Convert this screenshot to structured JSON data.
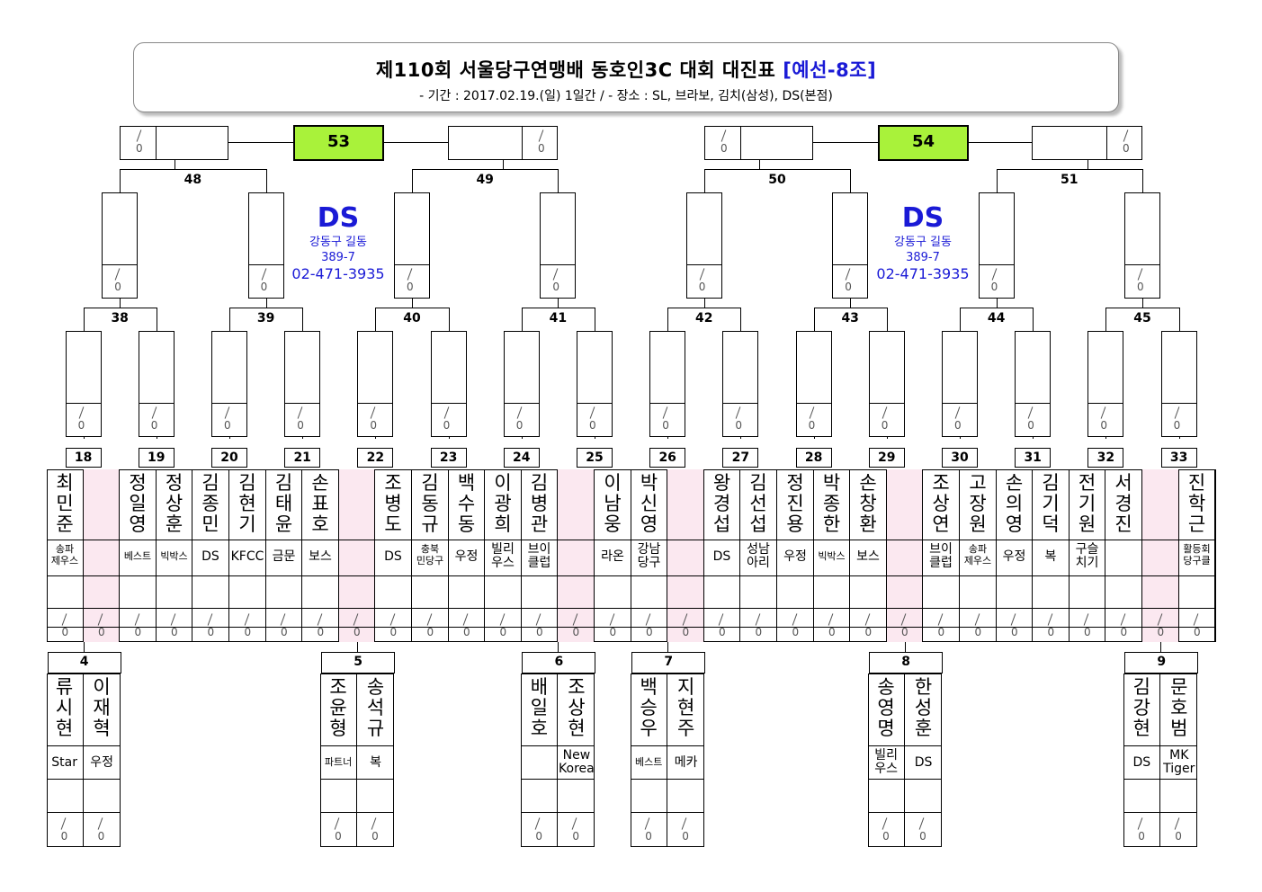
{
  "header": {
    "title": "제110회 서울당구연맹배 동호인3C 대회 대진표",
    "group": "[예선-8조]",
    "subtitle": "- 기간 : 2017.02.19.(일) 1일간 / - 장소 : SL, 브라보, 김치(삼성), DS(본점)"
  },
  "score_placeholder": {
    "top": "/",
    "bottom": "0"
  },
  "finals": [
    "53",
    "54"
  ],
  "round3_matches": [
    "48",
    "49",
    "50",
    "51"
  ],
  "round2_matches": [
    "38",
    "39",
    "40",
    "41",
    "42",
    "43",
    "44",
    "45"
  ],
  "venue": {
    "name": "DS",
    "address1": "강동구 길동",
    "address2": "389-7",
    "phone": "02-471-3935"
  },
  "round1_matches": [
    "18",
    "19",
    "20",
    "21",
    "22",
    "23",
    "24",
    "25",
    "26",
    "27",
    "28",
    "29",
    "30",
    "31",
    "32",
    "33"
  ],
  "players": [
    {
      "name": "최민준",
      "club": "송파\n제우스",
      "tiny": true
    },
    {
      "name": "",
      "club": "",
      "pink": true
    },
    {
      "name": "정일영",
      "club": "베스트",
      "tiny": true
    },
    {
      "name": "정상훈",
      "club": "빅박스",
      "tiny": true
    },
    {
      "name": "김종민",
      "club": "DS"
    },
    {
      "name": "김현기",
      "club": "KFCC"
    },
    {
      "name": "김태윤",
      "club": "금문"
    },
    {
      "name": "손표호",
      "club": "보스"
    },
    {
      "name": "",
      "club": "",
      "pink": true
    },
    {
      "name": "조병도",
      "club": "DS"
    },
    {
      "name": "김동규",
      "club": "충북\n민당구",
      "tiny": true
    },
    {
      "name": "백수동",
      "club": "우정"
    },
    {
      "name": "이광희",
      "club": "빌리\n우스"
    },
    {
      "name": "김병관",
      "club": "브이\n클럽"
    },
    {
      "name": "",
      "club": "",
      "pink": true
    },
    {
      "name": "이남웅",
      "club": "라온"
    },
    {
      "name": "박신영",
      "club": "강남\n당구"
    },
    {
      "name": "",
      "club": "",
      "pink": true
    },
    {
      "name": "왕경섭",
      "club": "DS"
    },
    {
      "name": "김선섭",
      "club": "성남\n아리"
    },
    {
      "name": "정진용",
      "club": "우정"
    },
    {
      "name": "박종한",
      "club": "빅박스",
      "tiny": true
    },
    {
      "name": "손창환",
      "club": "보스"
    },
    {
      "name": "",
      "club": "",
      "pink": true
    },
    {
      "name": "조상연",
      "club": "브이\n클럽"
    },
    {
      "name": "고장원",
      "club": "송파\n제우스",
      "tiny": true
    },
    {
      "name": "손의영",
      "club": "우정"
    },
    {
      "name": "김기덕",
      "club": "복"
    },
    {
      "name": "전기원",
      "club": "구슬\n치기"
    },
    {
      "name": "서경진",
      "club": ""
    },
    {
      "name": "",
      "club": "",
      "pink": true
    },
    {
      "name": "진학근",
      "club": "활등회\n당구클",
      "tiny": true
    }
  ],
  "prelim": [
    {
      "num": "4",
      "p": [
        {
          "name": "류시현",
          "club": "Star"
        },
        {
          "name": "이재혁",
          "club": "우정"
        }
      ]
    },
    {
      "num": "5",
      "p": [
        {
          "name": "조윤형",
          "club": "파트너",
          "tiny": true
        },
        {
          "name": "송석규",
          "club": "복"
        }
      ]
    },
    {
      "num": "6",
      "p": [
        {
          "name": "배일호",
          "club": ""
        },
        {
          "name": "조상현",
          "club": "New\nKorea"
        }
      ]
    },
    {
      "num": "7",
      "p": [
        {
          "name": "백승우",
          "club": "베스트",
          "tiny": true
        },
        {
          "name": "지현주",
          "club": "메카"
        }
      ]
    },
    {
      "num": "8",
      "p": [
        {
          "name": "송영명",
          "club": "빌리\n우스"
        },
        {
          "name": "한성훈",
          "club": "DS"
        }
      ]
    },
    {
      "num": "9",
      "p": [
        {
          "name": "김강현",
          "club": "DS"
        },
        {
          "name": "문호범",
          "club": "MK\nTiger"
        }
      ]
    }
  ]
}
